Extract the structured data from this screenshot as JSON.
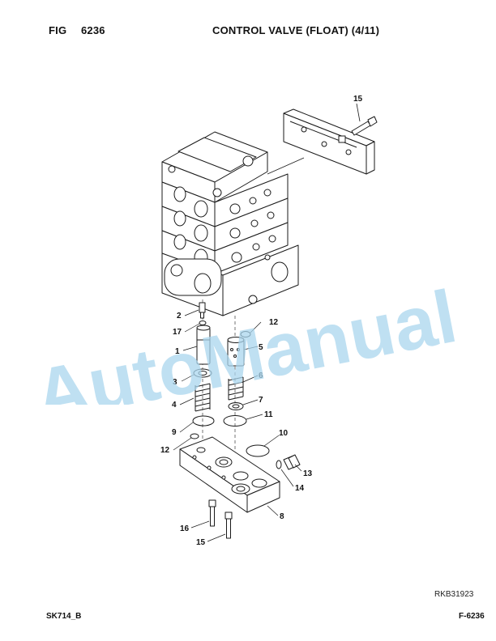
{
  "header": {
    "fig_label": "FIG",
    "fig_number": "6236",
    "title": "CONTROL VALVE (FLOAT) (4/11)"
  },
  "diagram": {
    "callouts": {
      "c1": "1",
      "c2": "2",
      "c3": "3",
      "c4": "4",
      "c5": "5",
      "c6": "6",
      "c7": "7",
      "c8": "8",
      "c9": "9",
      "c10": "10",
      "c11": "11",
      "c12a": "12",
      "c12b": "12",
      "c13": "13",
      "c14": "14",
      "c15a": "15",
      "c15b": "15",
      "c16": "16",
      "c17": "17"
    }
  },
  "reference_code": "RKB31923",
  "footer": {
    "model_code": "SK714_B",
    "page_code": "F-6236"
  },
  "watermark": {
    "text": "AutoManual",
    "color": "#a9d6ee"
  }
}
